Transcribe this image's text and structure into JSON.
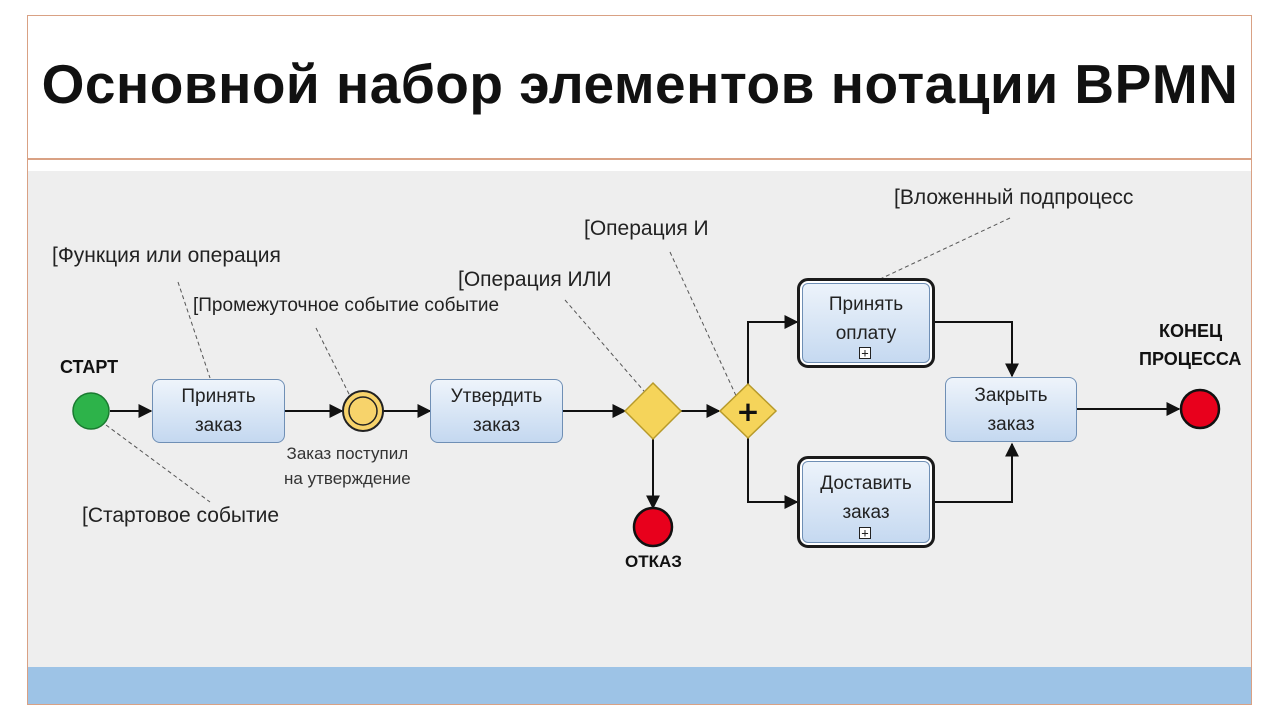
{
  "title": "Основной набор элементов нотации BPMN",
  "tasks": {
    "accept_order": "Принять заказ",
    "approve_order": "Утвердить заказ",
    "accept_payment": "Принять оплату",
    "deliver_order": "Доставить заказ",
    "close_order": "Закрыть заказ"
  },
  "subprocess_marker": "+",
  "events": {
    "start": "СТАРТ",
    "end_line1": "КОНЕЦ",
    "end_line2": "ПРОЦЕССА",
    "reject": "ОТКАЗ",
    "intermediate_line1": "Заказ поступил",
    "intermediate_line2": "на утверждение"
  },
  "gateway_and_symbol": "+",
  "annotations": {
    "function": "[Функция или операция",
    "intermediate_event": "[Промежуточное событие событие",
    "start_event": "[Стартовое событие",
    "or_gateway": "[Операция ИЛИ",
    "and_gateway": "[Операция И",
    "subprocess": "[Вложенный подпроцесс"
  },
  "colors": {
    "start_event": "#2db34a",
    "end_event": "#e8001c",
    "intermediate_event": "#f7d36b",
    "gateway": "#f5d45a",
    "task_fill": "#c4d8f0",
    "bottom_band": "#9dc3e6",
    "frame_border": "#d9a184"
  }
}
